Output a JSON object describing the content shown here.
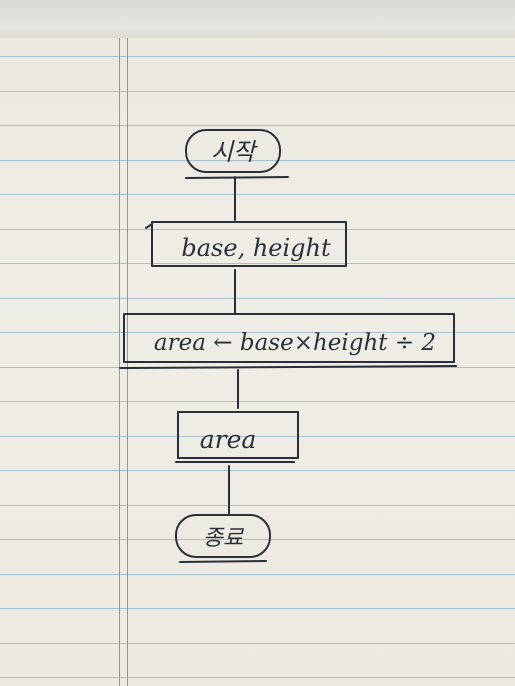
{
  "flowchart": {
    "start": "시작",
    "input": "base, height",
    "process": "area ← base×height ÷ 2",
    "output": "area",
    "end": "종료"
  }
}
